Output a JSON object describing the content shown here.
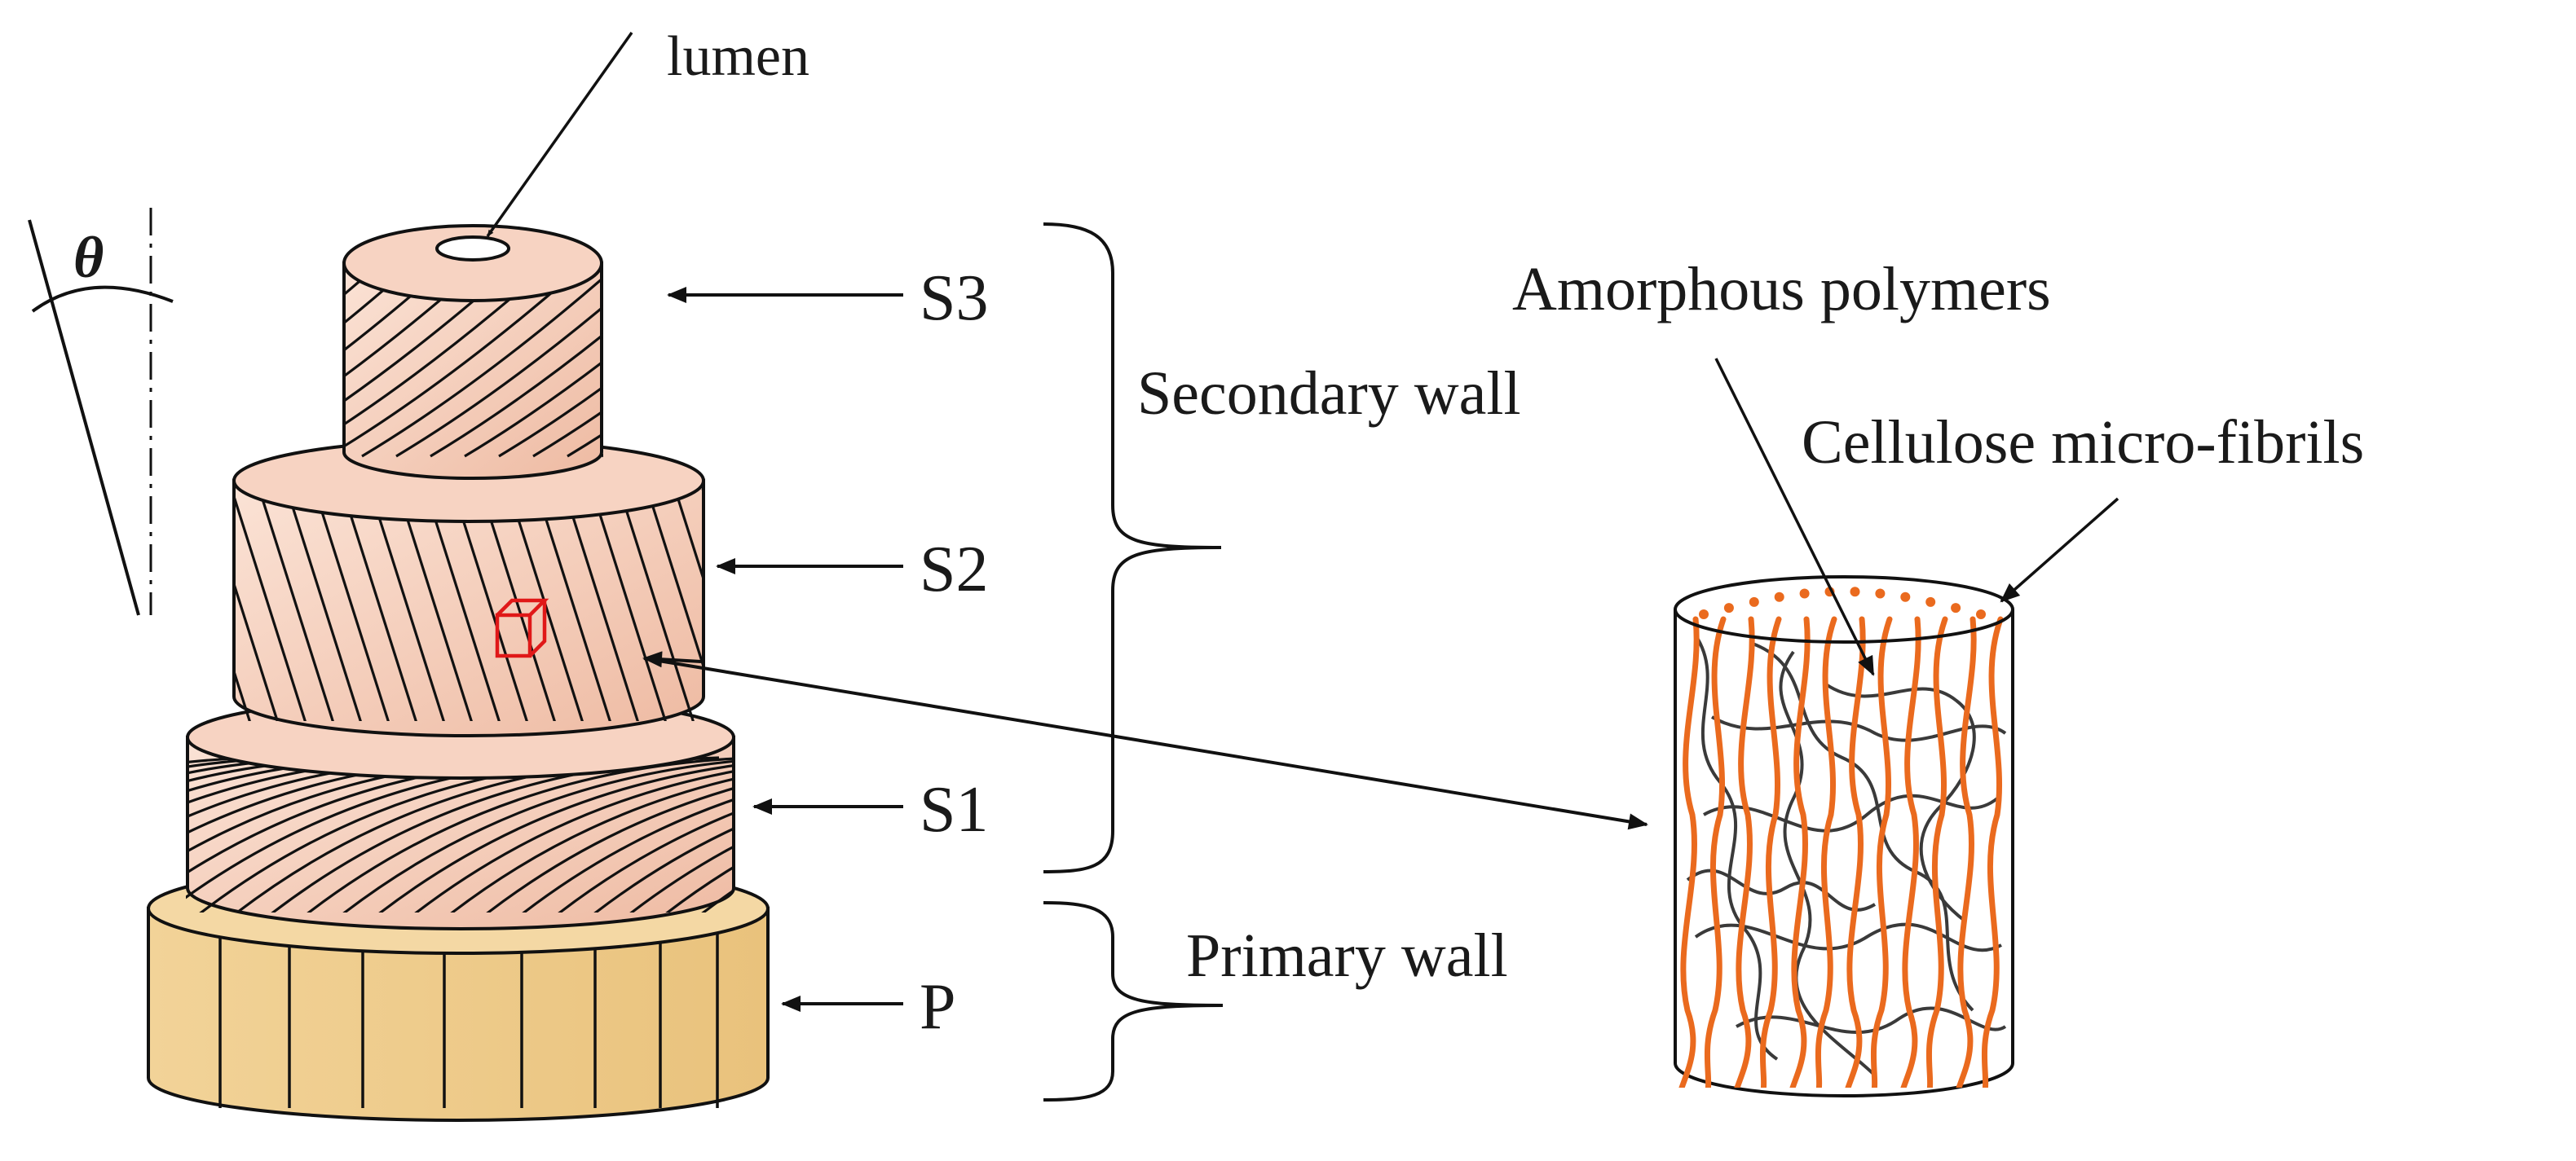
{
  "labels": {
    "lumen": "lumen",
    "theta": "θ",
    "s3": "S3",
    "s2": "S2",
    "s1": "S1",
    "p": "P",
    "secondary_wall": "Secondary wall",
    "primary_wall": "Primary wall",
    "amorphous_polymers": "Amorphous polymers",
    "cellulose_microfibrils": "Cellulose micro-fibrils"
  },
  "colors": {
    "secondary_wall_fill": "#f3c8b4",
    "primary_wall_fill": "#f0d49a",
    "microfibril": "#ea6a1e",
    "amorphous_polymer": "#3a3a3a",
    "highlight_cube": "#e01818",
    "line": "#111111"
  }
}
